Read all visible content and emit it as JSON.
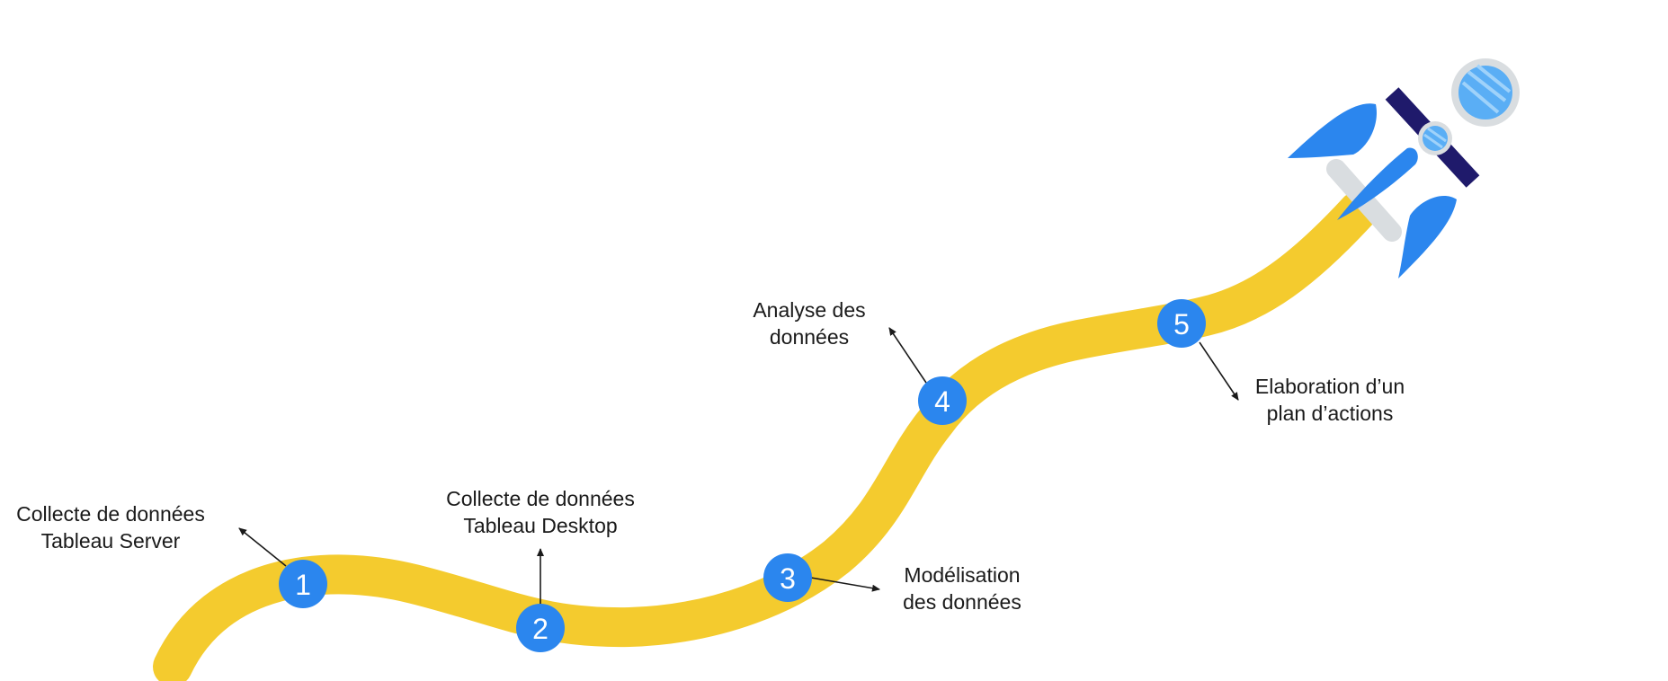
{
  "colors": {
    "road": "#F4CB2E",
    "step_circle": "#2B86EE",
    "step_text": "#FFFFFF",
    "arrow": "#1A1A1A",
    "rocket_fin": "#2B86EE",
    "rocket_band": "#1F1A6B",
    "rocket_body": "#D9DDE0",
    "window": "#5AAEF5"
  },
  "icons": [
    "rocket-icon"
  ],
  "steps": [
    {
      "number": "1",
      "label_lines": [
        "Collecte de données",
        "Tableau Server"
      ]
    },
    {
      "number": "2",
      "label_lines": [
        "Collecte de données",
        "Tableau Desktop"
      ]
    },
    {
      "number": "3",
      "label_lines": [
        "Modélisation",
        "des données"
      ]
    },
    {
      "number": "4",
      "label_lines": [
        "Analyse des",
        "données"
      ]
    },
    {
      "number": "5",
      "label_lines": [
        "Elaboration d’un",
        "plan d’actions"
      ]
    }
  ]
}
